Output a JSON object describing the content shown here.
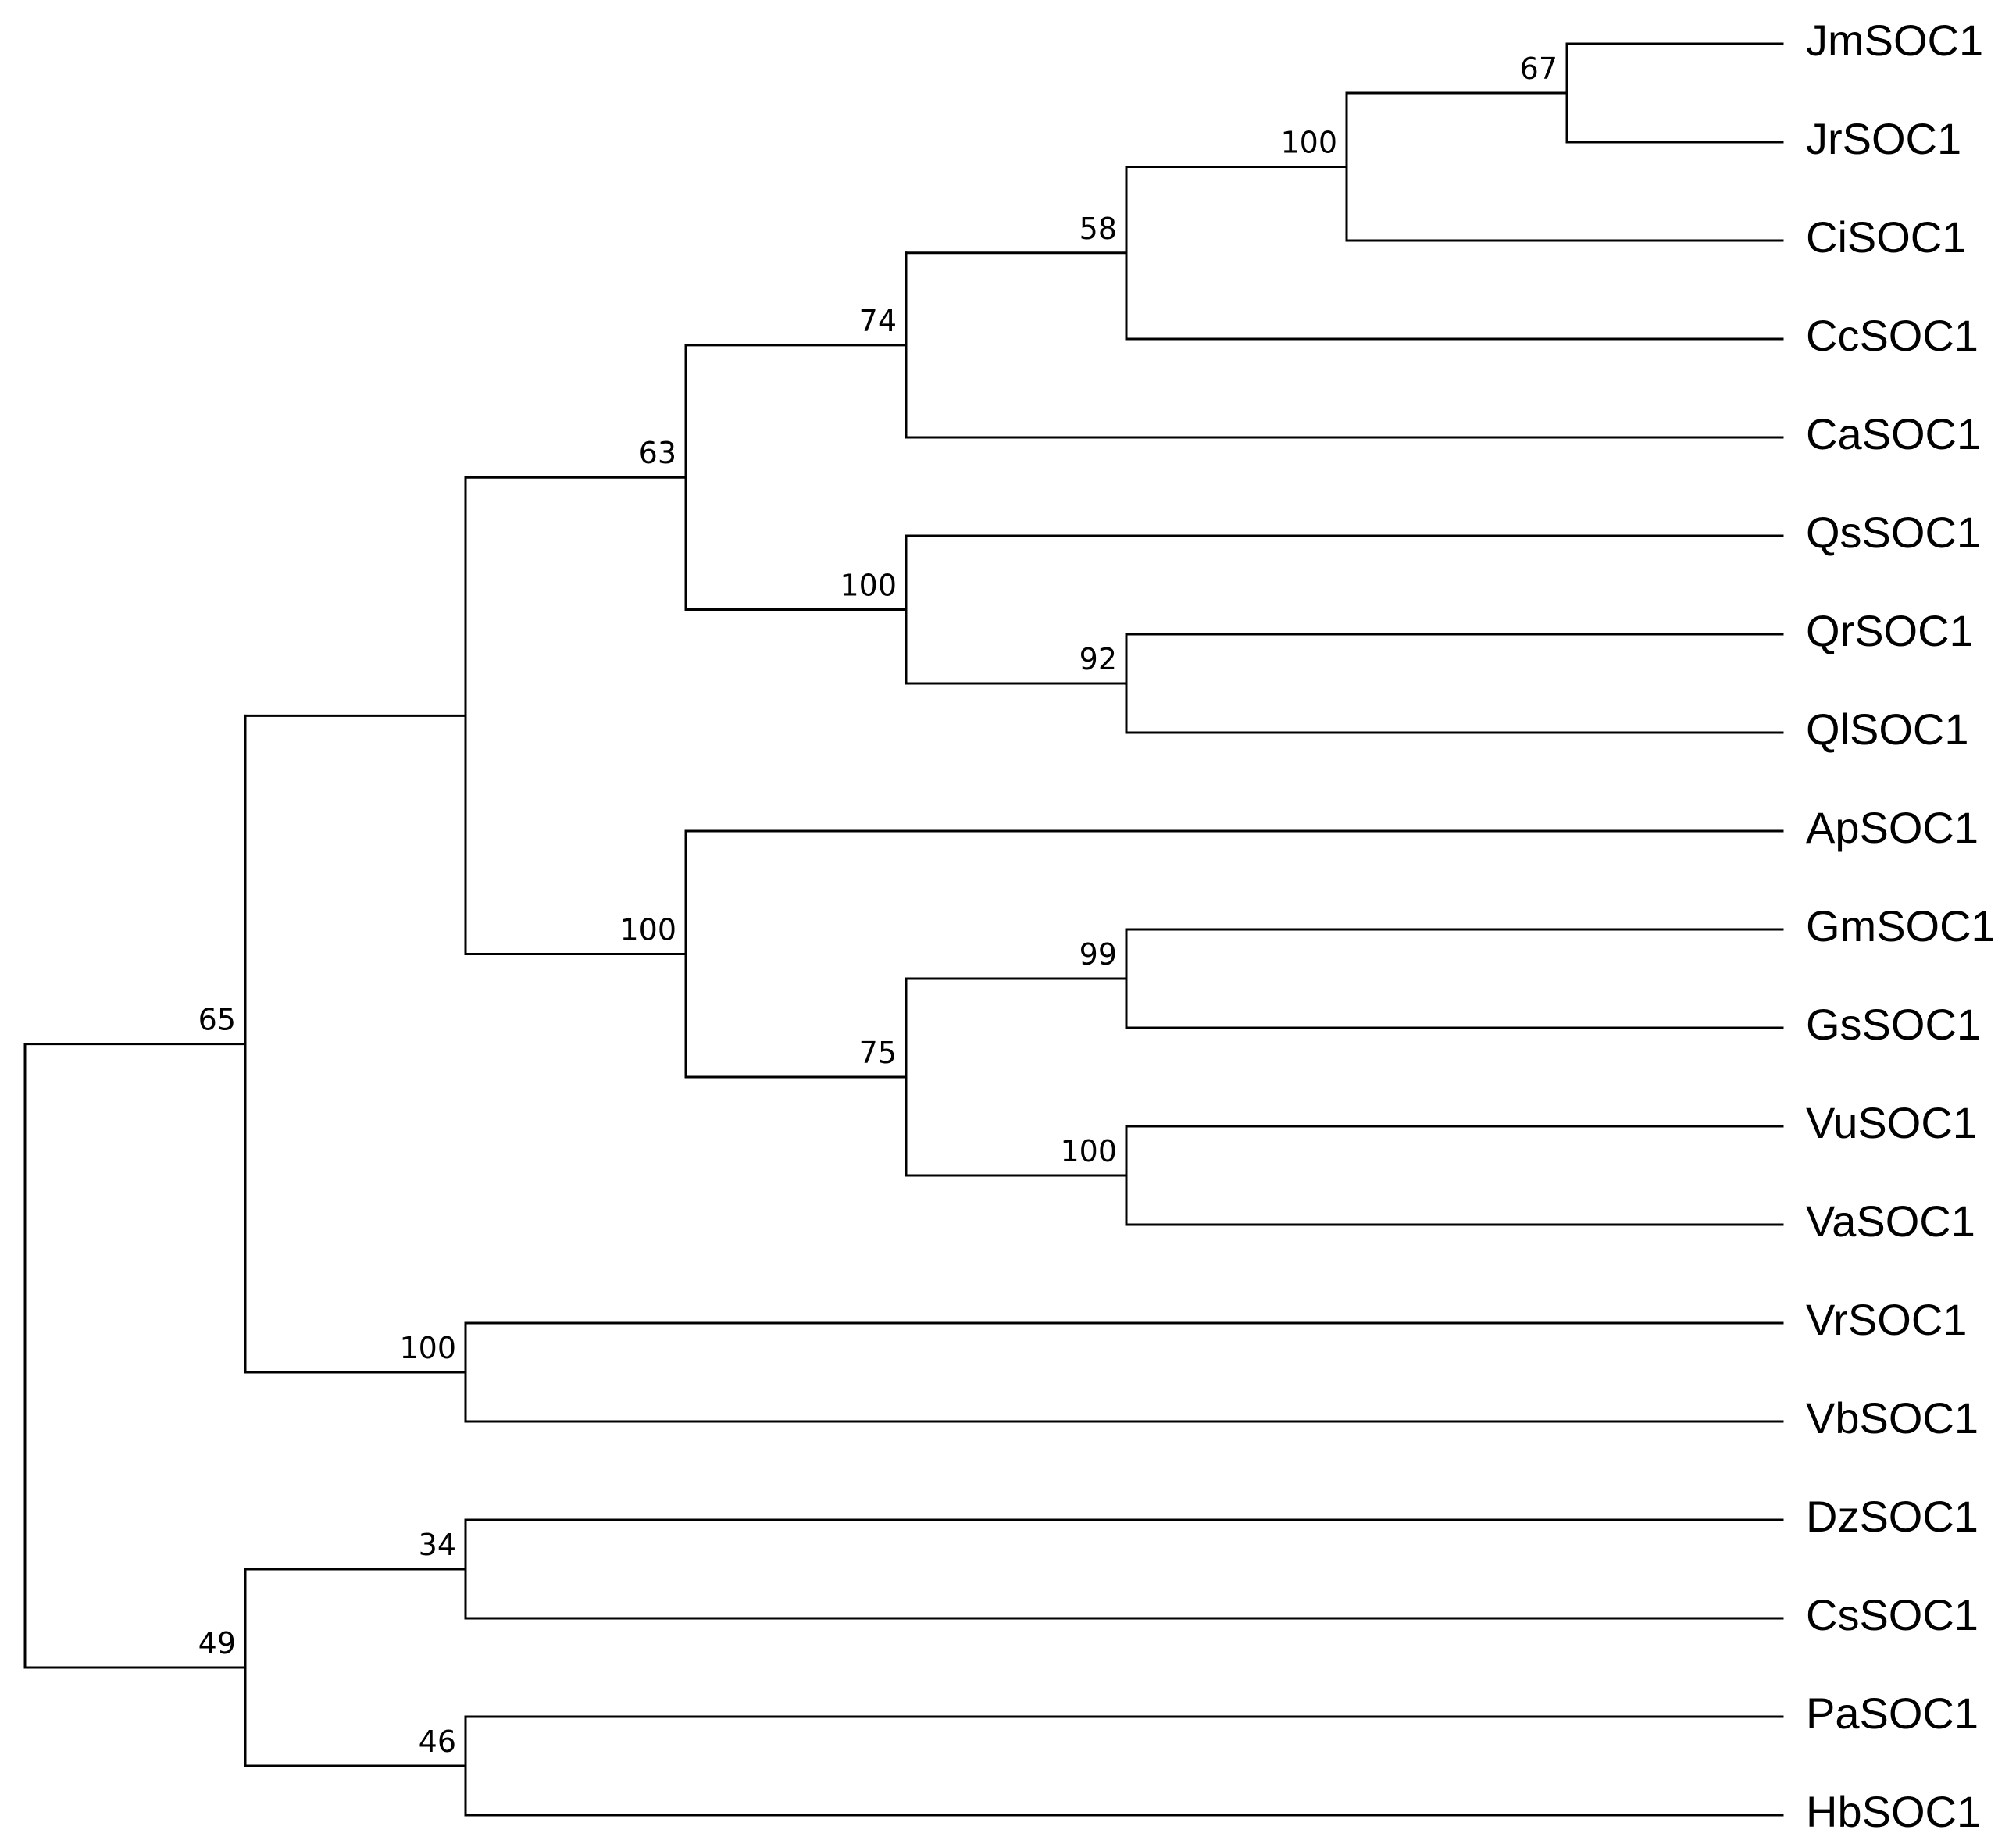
{
  "leaves": [
    "JmSOC1",
    "JrSOC1",
    "CiSOC1",
    "CcSOC1",
    "CaSOC1",
    "QsSOC1",
    "QrSOC1",
    "QlSOC1",
    "ApSOC1",
    "GmSOC1",
    "GsSOC1",
    "VuSOC1",
    "VaSOC1",
    "VrSOC1",
    "VbSOC1",
    "DzSOC1",
    "CsSOC1",
    "PaSOC1",
    "HbSOC1"
  ],
  "tree": {
    "children": [
      {
        "support": "65",
        "children": [
          {
            "support": "",
            "children": [
              {
                "support": "63",
                "children": [
                  {
                    "support": "74",
                    "children": [
                      {
                        "support": "58",
                        "children": [
                          {
                            "support": "100",
                            "children": [
                              {
                                "support": "67",
                                "children": [
                                  {
                                    "leaf": 0
                                  },
                                  {
                                    "leaf": 1
                                  }
                                ]
                              },
                              {
                                "leaf": 2
                              }
                            ]
                          },
                          {
                            "leaf": 3
                          }
                        ]
                      },
                      {
                        "leaf": 4
                      }
                    ]
                  },
                  {
                    "support": "100",
                    "children": [
                      {
                        "leaf": 5
                      },
                      {
                        "support": "92",
                        "children": [
                          {
                            "leaf": 6
                          },
                          {
                            "leaf": 7
                          }
                        ]
                      }
                    ]
                  }
                ]
              },
              {
                "support": "100",
                "children": [
                  {
                    "leaf": 8
                  },
                  {
                    "support": "75",
                    "children": [
                      {
                        "support": "99",
                        "children": [
                          {
                            "leaf": 9
                          },
                          {
                            "leaf": 10
                          }
                        ]
                      },
                      {
                        "support": "100",
                        "children": [
                          {
                            "leaf": 11
                          },
                          {
                            "leaf": 12
                          }
                        ]
                      }
                    ]
                  }
                ]
              }
            ]
          },
          {
            "support": "100",
            "children": [
              {
                "leaf": 13
              },
              {
                "leaf": 14
              }
            ]
          }
        ]
      },
      {
        "support": "49",
        "children": [
          {
            "support": "34",
            "children": [
              {
                "leaf": 15
              },
              {
                "leaf": 16
              }
            ]
          },
          {
            "support": "46",
            "children": [
              {
                "leaf": 17
              },
              {
                "leaf": 18
              }
            ]
          }
        ]
      }
    ]
  }
}
